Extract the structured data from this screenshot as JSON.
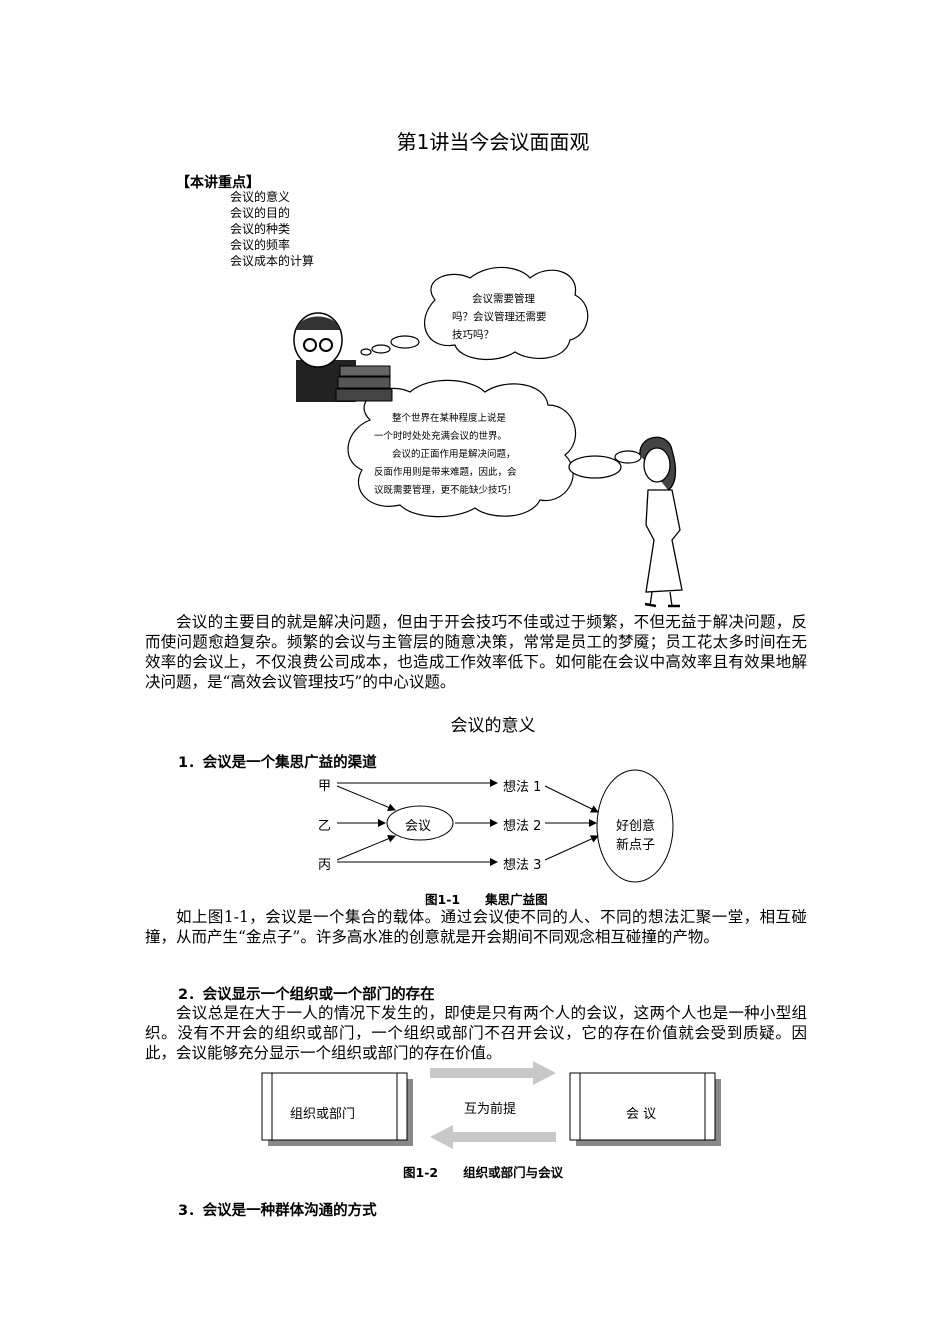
{
  "title": "第1讲当今会议面面观",
  "key_points": {
    "heading": "【本讲重点】",
    "items": [
      "会议的意义",
      "会议的目的",
      "会议的种类",
      "会议的频率",
      "会议成本的计算"
    ]
  },
  "cartoon": {
    "bubble_man": [
      "会议需要管理",
      "吗？会议管理还需要",
      "技巧吗？"
    ],
    "bubble_woman": [
      "整个世界在某种程度上说是",
      "一个时时处处充满会议的世界。",
      "会议的正面作用是解决问题，",
      "反面作用则是带来难题，因此，会",
      "议既需要管理，更不能缺少技巧！"
    ]
  },
  "intro_paragraph": "会议的主要目的就是解决问题，但由于开会技巧不佳或过于频繁，不但无益于解决问题，反而使问题愈趋复杂。频繁的会议与主管层的随意决策，常常是员工的梦魇；员工花太多时间在无效率的会议上，不仅浪费公司成本，也造成工作效率低下。如何能在会议中高效率且有效果地解决问题，是“高效会议管理技巧”的中心议题。",
  "section_title": "会议的意义",
  "section1": {
    "heading": "1．会议是一个集思广益的渠道",
    "diagram": {
      "people": [
        "甲",
        "乙",
        "丙"
      ],
      "center": "会议",
      "ideas": [
        "想法 1",
        "想法 2",
        "想法 3"
      ],
      "result": [
        "好创意",
        "新点子"
      ]
    },
    "caption": "图1-1　　集思广益图",
    "paragraph": "如上图1-1，会议是一个集合的载体。通过会议使不同的人、不同的想法汇聚一堂，相互碰撞，从而产生“金点子”。许多高水准的创意就是开会期间不同观念相互碰撞的产物。"
  },
  "section2": {
    "heading": "2．会议显示一个组织或一个部门的存在",
    "paragraph": "会议总是在大于一人的情况下发生的，即使是只有两个人的会议，这两个人也是一种小型组织。没有不开会的组织或部门，一个组织或部门不召开会议，它的存在价值就会受到质疑。因此，会议能够充分显示一个组织或部门的存在价值。",
    "diagram": {
      "left": "组织或部门",
      "middle": "互为前提",
      "right": "会 议"
    },
    "caption": "图1-2　　组织或部门与会议"
  },
  "section3": {
    "heading": "3．会议是一种群体沟通的方式"
  }
}
